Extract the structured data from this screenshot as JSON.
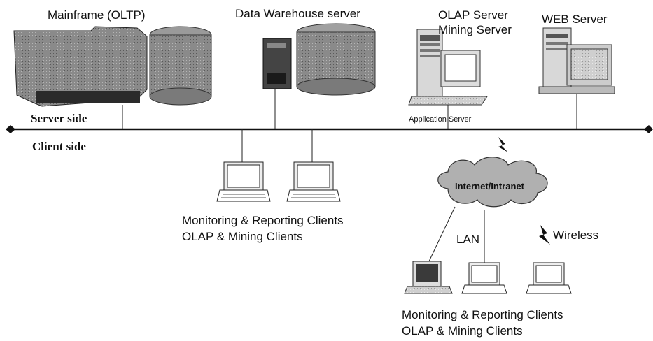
{
  "labels": {
    "mainframe": "Mainframe (OLTP)",
    "data_warehouse": "Data Warehouse server",
    "olap_server": "OLAP Server",
    "mining_server": "Mining Server",
    "web_server": "WEB Server",
    "application_server": "Application Server",
    "server_side": "Server side",
    "client_side": "Client side",
    "internet": "Internet/Intranet",
    "lan": "LAN",
    "wireless": "Wireless",
    "clients_top": [
      "Monitoring & Reporting Clients",
      "OLAP & Mining Clients"
    ],
    "clients_bottom": [
      "Monitoring & Reporting Clients",
      "OLAP & Mining Clients"
    ]
  }
}
